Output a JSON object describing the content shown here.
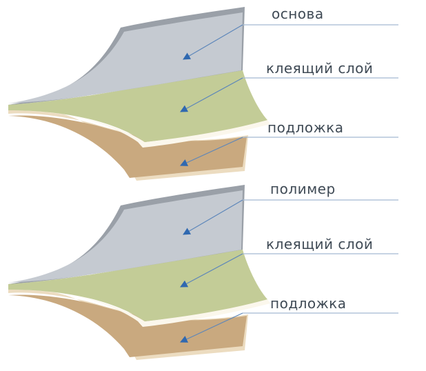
{
  "top": {
    "labels": {
      "base": "основа",
      "adhesive": "клеящий слой",
      "substrate": "подложка"
    }
  },
  "bottom": {
    "labels": {
      "polymer": "полимер",
      "adhesive": "клеящий слой",
      "substrate": "подложка"
    }
  },
  "colors": {
    "base_layer": "#c5cad1",
    "base_edge": "#9aa0a8",
    "adhesive_layer": "#c3cc97",
    "separator": "#fbf7ec",
    "substrate_layer": "#c9a97f",
    "substrate_edge": "#ecdcc0",
    "arrow": "#2f68b0",
    "leader_line": "#a3b9d2",
    "label_text": "#3f4a55"
  }
}
